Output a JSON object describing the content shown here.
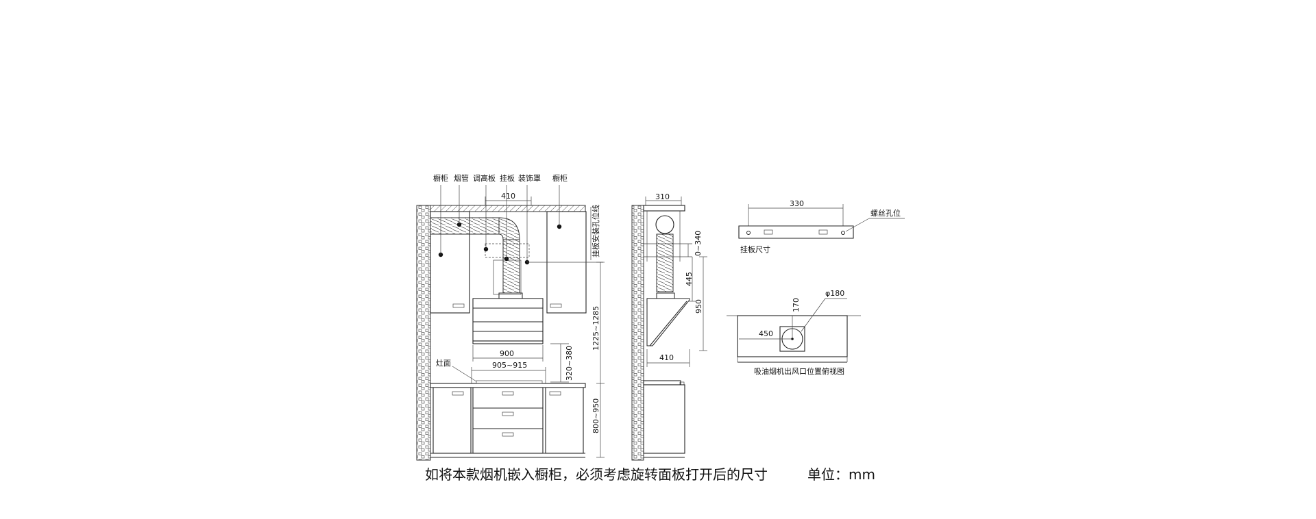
{
  "labels": {
    "cabinet_left": "橱柜",
    "pipe": "烟管",
    "adjust_board": "调高板",
    "hang_board": "挂板",
    "decor_cover": "装饰罩",
    "cabinet_right": "橱柜",
    "hang_line": "挂板安装孔位线",
    "stove_top": "灶面",
    "screw_hole": "螺丝孔位",
    "hang_board_size": "挂板尺寸",
    "top_view": "吸油烟机出风口位置俯视图"
  },
  "dims": {
    "d410_top": "410",
    "d900": "900",
    "d905": "905~915",
    "d320": "320~380",
    "d1225": "1225~1285",
    "d800": "800~950",
    "d310": "310",
    "d0340": "0~340",
    "d445": "445",
    "d950": "950",
    "d410_side": "410",
    "d330": "330",
    "d180": "φ180",
    "d170": "170",
    "d450": "450"
  },
  "caption": {
    "note": "如将本款烟机嵌入橱柜，必须考虑旋转面板打开后的尺寸",
    "unit": "单位：mm"
  }
}
